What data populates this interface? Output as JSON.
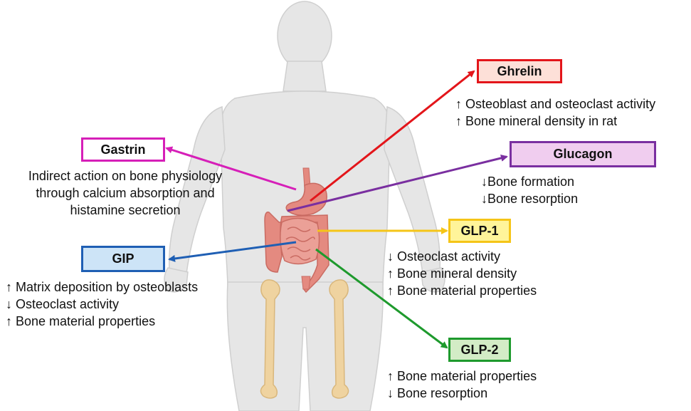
{
  "hormones": {
    "ghrelin": {
      "label": "Ghrelin",
      "color": "#e3151a",
      "fill": "#fde0d8",
      "effects": [
        "↑ Osteoblast and osteoclast activity",
        "↑ Bone mineral density in rat"
      ]
    },
    "gastrin": {
      "label": "Gastrin",
      "color": "#d61fb8",
      "fill": "#ffffff",
      "effects": [
        "Indirect action on bone physiology",
        "through calcium absorption and",
        "histamine secretion"
      ]
    },
    "glucagon": {
      "label": "Glucagon",
      "color": "#7a2fa0",
      "fill": "#f0cdef",
      "effects": [
        "↓Bone formation",
        "↓Bone resorption"
      ]
    },
    "glp1": {
      "label": "GLP-1",
      "color": "#f5c518",
      "fill": "#fff49a",
      "effects": [
        "↓ Osteoclast activity",
        "↑ Bone mineral density",
        "↑ Bone material properties"
      ]
    },
    "gip": {
      "label": "GIP",
      "color": "#1f5fb4",
      "fill": "#cde4f7",
      "effects": [
        "↑ Matrix deposition by osteoblasts",
        "↓ Osteoclast activity",
        "↑ Bone material properties"
      ]
    },
    "glp2": {
      "label": "GLP-2",
      "color": "#1e9a2d",
      "fill": "#d3ecc6",
      "effects": [
        "↑ Bone material properties",
        "↓ Bone resorption"
      ]
    }
  },
  "body_colors": {
    "skin": "#e6e6e6",
    "skin_outline": "#cfcfcf",
    "organ": "#e48a80",
    "organ_dark": "#c96b62",
    "bone": "#efd3a0",
    "bone_outline": "#d9b77c"
  }
}
